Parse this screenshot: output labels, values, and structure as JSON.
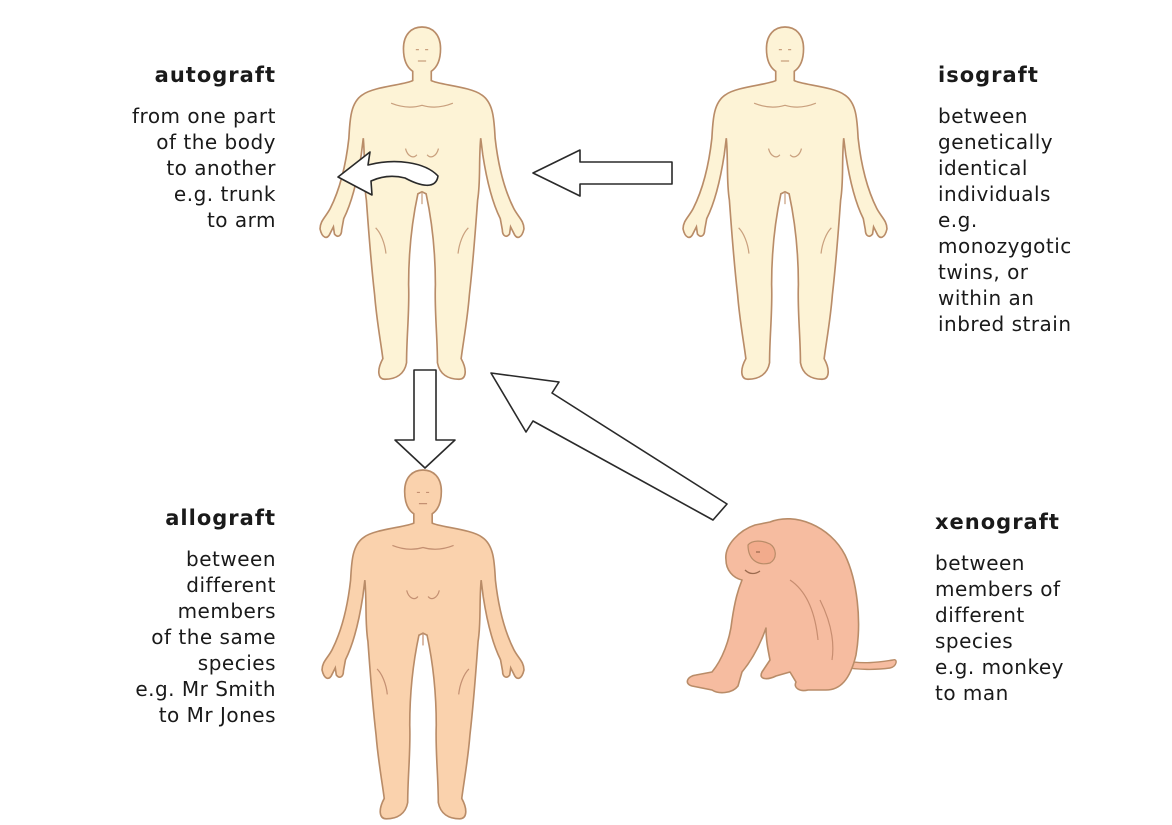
{
  "autograft": {
    "title": "autograft",
    "lines": [
      "from one part",
      "of the body",
      "to another",
      "e.g. trunk",
      "to arm"
    ]
  },
  "isograft": {
    "title": "isograft",
    "lines": [
      "between",
      "genetically",
      "identical",
      "individuals",
      "e.g.",
      "monozygotic",
      "twins, or",
      "within an",
      "inbred strain"
    ]
  },
  "allograft": {
    "title": "allograft",
    "lines": [
      "between",
      "different",
      "members",
      "of the same",
      "species",
      "e.g. Mr Smith",
      "to Mr Jones"
    ]
  },
  "xenograft": {
    "title": "xenograft",
    "lines": [
      "between",
      "members of",
      "different",
      "species",
      "e.g. monkey",
      "to man"
    ]
  },
  "colors": {
    "pale_skin": "#fdf3d6",
    "peach_skin": "#fad2ad",
    "monkey_skin": "#f6bca0",
    "outline": "#b98c68",
    "arrow_fill": "#ffffff",
    "arrow_stroke": "#2a2a2a"
  }
}
